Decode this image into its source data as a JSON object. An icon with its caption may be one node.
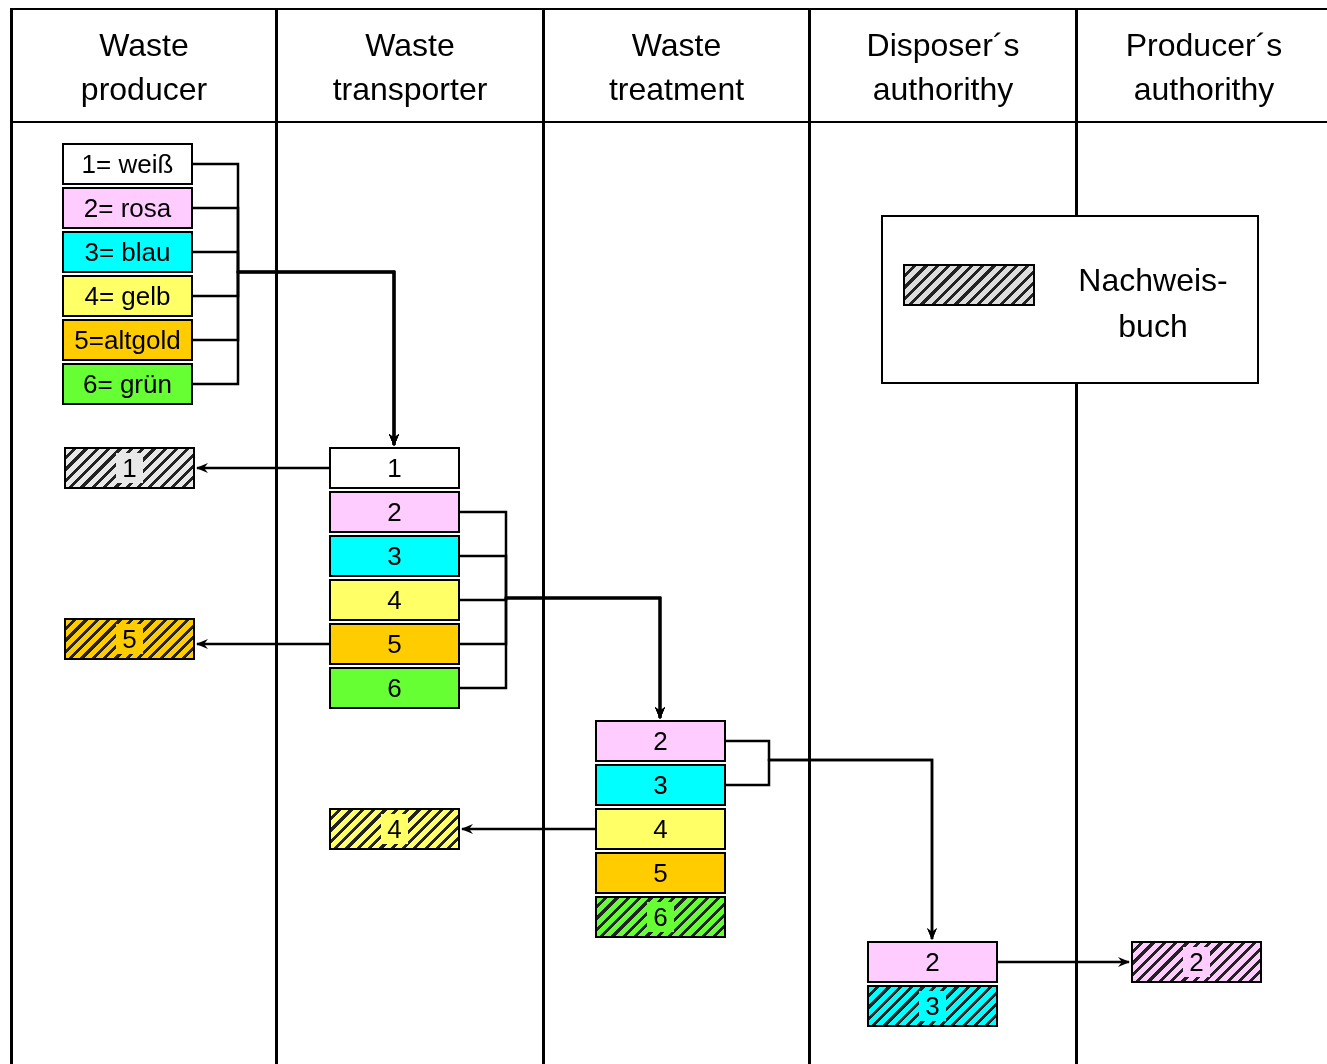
{
  "diagram": {
    "nodes": [
      {
        "text": [
          "Waste producer"
        ]
      },
      {
        "text": [
          "Waste transporter"
        ]
      },
      {
        "text": [
          "Waste treatment"
        ]
      },
      {
        "text": [
          "Disposer´s authorithy"
        ]
      },
      {
        "text": [
          "Producer´s authorithy"
        ]
      },
      {
        "text": [
          "1= weiß"
        ],
        "in": 0
      },
      {
        "text": [
          "2= rosa"
        ],
        "in": 0
      },
      {
        "text": [
          "3= blau"
        ],
        "in": 0
      },
      {
        "text": [
          "4= gelb"
        ],
        "in": 0
      },
      {
        "text": [
          "5=altgold"
        ],
        "in": 0
      },
      {
        "text": [
          "6= grün"
        ],
        "in": 0
      },
      {
        "text": [
          "1"
        ],
        "in": 0
      },
      {
        "text": [
          "5"
        ],
        "in": 0
      },
      {
        "text": [
          "1"
        ],
        "in": 1
      },
      {
        "text": [
          "2"
        ],
        "in": 1
      },
      {
        "text": [
          "3"
        ],
        "in": 1
      },
      {
        "text": [
          "4"
        ],
        "in": 1
      },
      {
        "text": [
          "5"
        ],
        "in": 1
      },
      {
        "text": [
          "6"
        ],
        "in": 1
      },
      {
        "text": [
          "4"
        ],
        "in": 1
      },
      {
        "text": [
          "2"
        ],
        "in": 2
      },
      {
        "text": [
          "3"
        ],
        "in": 2
      },
      {
        "text": [
          "4"
        ],
        "in": 2
      },
      {
        "text": [
          "5"
        ],
        "in": 2
      },
      {
        "text": [
          "6"
        ],
        "in": 2
      },
      {
        "text": [
          "2"
        ],
        "in": 3
      },
      {
        "text": [
          "3"
        ],
        "in": 3
      },
      {
        "text": [
          "2"
        ],
        "in": 4
      }
    ],
    "edges": [
      {
        "from": 5,
        "to": 13,
        "arrow": "to"
      },
      {
        "from": 6,
        "to": 13,
        "arrow": "to"
      },
      {
        "from": 7,
        "to": 13,
        "arrow": "to"
      },
      {
        "from": 8,
        "to": 13,
        "arrow": "to"
      },
      {
        "from": 9,
        "to": 13,
        "arrow": "to"
      },
      {
        "from": 10,
        "to": 13,
        "arrow": "to"
      },
      {
        "from": 13,
        "to": 11,
        "arrow": "to"
      },
      {
        "from": 17,
        "to": 12,
        "arrow": "to"
      },
      {
        "from": 14,
        "to": 20,
        "arrow": "to"
      },
      {
        "from": 15,
        "to": 20,
        "arrow": "to"
      },
      {
        "from": 16,
        "to": 20,
        "arrow": "to"
      },
      {
        "from": 17,
        "to": 20,
        "arrow": "to"
      },
      {
        "from": 18,
        "to": 20,
        "arrow": "to"
      },
      {
        "from": 22,
        "to": 19,
        "arrow": "to"
      },
      {
        "from": 20,
        "to": 25,
        "arrow": "to"
      },
      {
        "from": 21,
        "to": 25,
        "arrow": "to"
      },
      {
        "from": 25,
        "to": 27,
        "arrow": "to"
      }
    ],
    "legend": [
      {
        "text": "Nachweis- buch"
      }
    ]
  }
}
